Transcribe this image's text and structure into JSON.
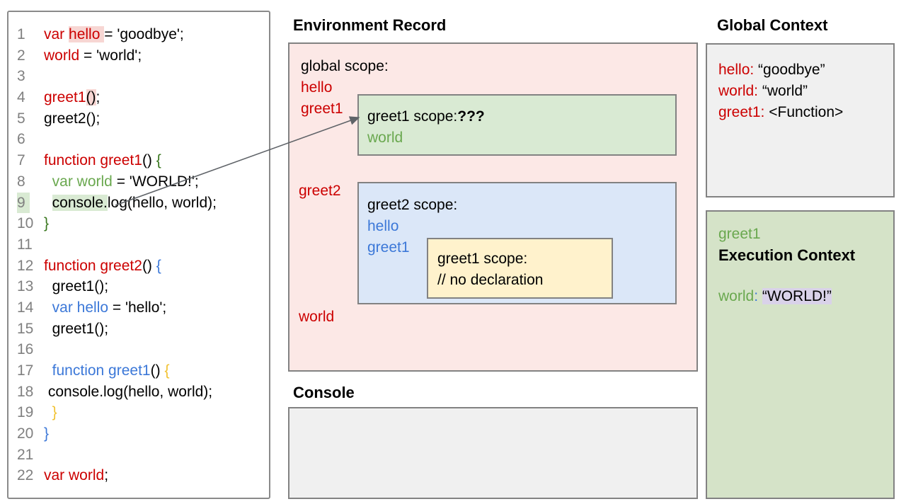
{
  "palette": {
    "red": "#cc0000",
    "green": "#6aa84f",
    "dark_green": "#38761d",
    "blue": "#3c78d8",
    "yellow": "#f1c232",
    "line_number_gray": "#808080",
    "pink_hl": "#f7d6d3",
    "green_hl": "#d9ead3",
    "lavender_hl": "#d9d2e9",
    "pink_bg": "#fce8e6",
    "green_scope_bg": "#d9ead3",
    "blue_scope_bg": "#dbe7f8",
    "yellow_scope_bg": "#fff2cc",
    "gray_bg": "#f0f0f0",
    "exec_green_bg": "#d5e3c8"
  },
  "code_panel": {
    "lines": [
      {
        "num": "1",
        "segments": [
          {
            "t": "var ",
            "c": "red"
          },
          {
            "t": "hello ",
            "c": "red",
            "hl": "pink_hl"
          },
          {
            "t": "= 'goodbye';"
          }
        ]
      },
      {
        "num": "2",
        "segments": [
          {
            "t": "world",
            "c": "red"
          },
          {
            "t": " = 'world';"
          }
        ]
      },
      {
        "num": "3",
        "segments": []
      },
      {
        "num": "4",
        "segments": [
          {
            "t": "greet1",
            "c": "red"
          },
          {
            "t": "()",
            "hl": "pink_hl"
          },
          {
            "t": ";"
          }
        ]
      },
      {
        "num": "5",
        "segments": [
          {
            "t": "greet2();"
          }
        ]
      },
      {
        "num": "6",
        "segments": []
      },
      {
        "num": "7",
        "segments": [
          {
            "t": "function greet1",
            "c": "red"
          },
          {
            "t": "() "
          },
          {
            "t": "{",
            "c": "dark_green"
          }
        ]
      },
      {
        "num": "8",
        "segments": [
          {
            "t": "  "
          },
          {
            "t": "var world",
            "c": "green"
          },
          {
            "t": " = 'WORLD!';"
          }
        ]
      },
      {
        "num": "9",
        "num_hl": "green_hl",
        "segments": [
          {
            "t": "  "
          },
          {
            "t": "console.",
            "hl": "green_hl"
          },
          {
            "t": "log(hello, world);"
          }
        ]
      },
      {
        "num": "10",
        "segments": [
          {
            "t": "}",
            "c": "dark_green"
          }
        ]
      },
      {
        "num": "11",
        "segments": []
      },
      {
        "num": "12",
        "segments": [
          {
            "t": "function greet2",
            "c": "red"
          },
          {
            "t": "() "
          },
          {
            "t": "{",
            "c": "blue"
          }
        ]
      },
      {
        "num": "13",
        "segments": [
          {
            "t": "  greet1();"
          }
        ]
      },
      {
        "num": "14",
        "segments": [
          {
            "t": "  "
          },
          {
            "t": "var hello",
            "c": "blue"
          },
          {
            "t": " = 'hello';"
          }
        ]
      },
      {
        "num": "15",
        "segments": [
          {
            "t": "  greet1();"
          }
        ]
      },
      {
        "num": "16",
        "segments": []
      },
      {
        "num": "17",
        "segments": [
          {
            "t": "  "
          },
          {
            "t": "function greet1",
            "c": "blue"
          },
          {
            "t": "() "
          },
          {
            "t": "{",
            "c": "yellow"
          }
        ]
      },
      {
        "num": "18",
        "segments": [
          {
            "t": " console.log(hello, world);"
          }
        ]
      },
      {
        "num": "19",
        "segments": [
          {
            "t": "  }",
            "c": "yellow"
          }
        ]
      },
      {
        "num": "20",
        "segments": [
          {
            "t": "}",
            "c": "blue"
          }
        ]
      },
      {
        "num": "21",
        "segments": []
      },
      {
        "num": "22",
        "segments": [
          {
            "t": "var world",
            "c": "red"
          },
          {
            "t": ";"
          }
        ]
      }
    ]
  },
  "environment_record": {
    "title": "Environment Record",
    "global_scope_label": "global scope:",
    "global_vars": {
      "hello": [
        {
          "t": "hello",
          "c": "red"
        }
      ],
      "greet1": [
        {
          "t": "greet1",
          "c": "red"
        }
      ],
      "greet2": [
        {
          "t": "greet2",
          "c": "red"
        }
      ],
      "world": [
        {
          "t": "world",
          "c": "red"
        }
      ]
    },
    "greet1_scope": {
      "header": [
        {
          "t": "greet1 scope:"
        },
        {
          "t": "???",
          "b": true
        }
      ],
      "vars": [
        {
          "t": "world",
          "c": "green"
        }
      ]
    },
    "greet2_scope": {
      "header": [
        {
          "t": "greet2 scope:"
        }
      ],
      "vars": [
        [
          {
            "t": "hello",
            "c": "blue"
          }
        ],
        [
          {
            "t": "greet1",
            "c": "blue"
          }
        ]
      ],
      "inner_greet1_scope": {
        "header": [
          {
            "t": "greet1 scope:"
          }
        ],
        "comment": [
          {
            "t": "// no declaration"
          }
        ]
      }
    }
  },
  "console_section": {
    "title": "Console",
    "output": ""
  },
  "global_context": {
    "title": "Global Context",
    "entries": [
      [
        {
          "t": "hello:",
          "c": "red"
        },
        {
          "t": " “goodbye”"
        }
      ],
      [
        {
          "t": "world:",
          "c": "red"
        },
        {
          "t": " “world”"
        }
      ],
      [
        {
          "t": "greet1:",
          "c": "red"
        },
        {
          "t": " <Function>"
        }
      ]
    ]
  },
  "execution_context": {
    "fn_name": [
      {
        "t": "greet1",
        "c": "green"
      }
    ],
    "title": "Execution Context",
    "entries": [
      [
        {
          "t": "world",
          "c": "green"
        },
        {
          "t": ":",
          "c": "blue"
        },
        {
          "t": " "
        },
        {
          "t": "“WORLD!”",
          "hl": "lavender_hl"
        }
      ]
    ]
  }
}
